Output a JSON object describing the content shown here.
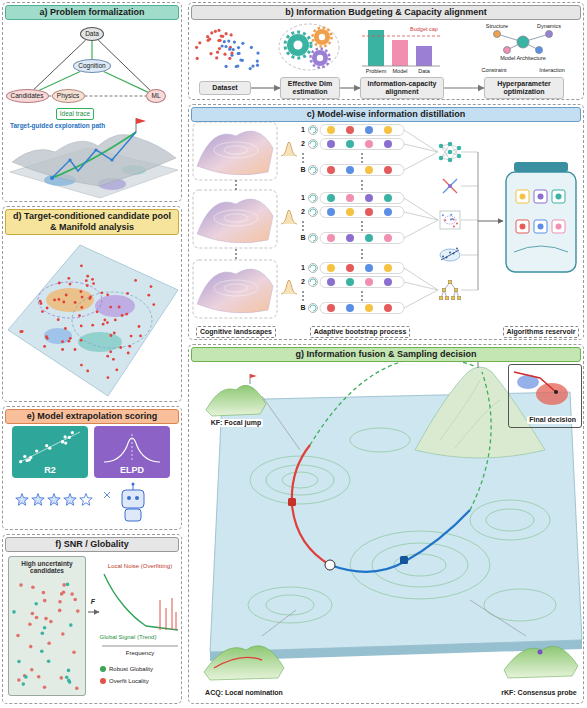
{
  "diagram": {
    "nodes": [
      {
        "text": [
          "a) Problem formalization"
        ]
      },
      {
        "text": [
          "Data"
        ],
        "in": 0
      },
      {
        "text": [
          "Cognition"
        ],
        "in": 0
      },
      {
        "text": [
          "Candidates"
        ],
        "in": 0
      },
      {
        "text": [
          "Physics"
        ],
        "in": 0
      },
      {
        "text": [
          "ML"
        ],
        "in": 0
      },
      {
        "text": [
          "b) Information Budgeting & Capacity alignment"
        ]
      },
      {
        "text": [
          "Dataset"
        ],
        "in": 6
      },
      {
        "text": [
          "Effective Dim estimation"
        ],
        "in": 6
      },
      {
        "text": [
          "Information-capacity alignment"
        ],
        "in": 6
      },
      {
        "text": [
          "Hyperparameter optimization"
        ],
        "in": 6
      },
      {
        "text": [
          "c) Model-wise information distillation"
        ]
      },
      {
        "text": [
          "d) Target-conditioned candidate pool & Manifold analysis"
        ]
      },
      {
        "text": [
          "e) Model extrapolation scoring"
        ]
      },
      {
        "text": [
          "R2"
        ],
        "in": 13
      },
      {
        "text": [
          "ELPD"
        ],
        "in": 13
      },
      {
        "text": [
          "f) SNR / Globality"
        ]
      },
      {
        "text": [
          "High uncertainty candidates"
        ],
        "in": 16
      },
      {
        "text": [
          "g) Information fusion & Sampling decision"
        ]
      },
      {
        "text": [
          "KF: Focal jump"
        ],
        "in": 18
      },
      {
        "text": [
          "ACQ: Local nomination"
        ],
        "in": 18
      },
      {
        "text": [
          "rKF: Consensus probe"
        ],
        "in": 18
      },
      {
        "text": [
          "Final decision"
        ],
        "in": 18
      }
    ],
    "edges": [
      {
        "from": 1,
        "to": 3,
        "arrow": "none"
      },
      {
        "from": 1,
        "to": 5,
        "arrow": "none"
      },
      {
        "from": 3,
        "to": 4,
        "arrow": "none"
      },
      {
        "from": 4,
        "to": 5,
        "arrow": "none"
      },
      {
        "from": 2,
        "to": 1,
        "arrow": "none"
      },
      {
        "from": 2,
        "to": 3,
        "arrow": "none"
      },
      {
        "from": 2,
        "to": 5,
        "arrow": "none"
      },
      {
        "from": 7,
        "to": 8,
        "arrow": "to"
      },
      {
        "from": 8,
        "to": 9,
        "arrow": "to"
      },
      {
        "from": 9,
        "to": 10,
        "arrow": "to"
      }
    ],
    "labels": [
      "Ideal trace",
      "Target-guided exploration path",
      "Problem",
      "Model",
      "Data",
      "Budget cap",
      "Structure",
      "Dynamics",
      "Model Architecture",
      "Constraint",
      "Interaction",
      "1",
      "2",
      "B",
      "1",
      "2",
      "B",
      "1",
      "2",
      "B",
      "Cognitive landscapes",
      "Adaptive bootstrap process",
      "Algorithms reservoir",
      "F",
      "Local Noise (Overfitting)",
      "Global Signal (Trend)",
      "Frequency"
    ],
    "legend": [
      {
        "text": "Robust Globality",
        "color": "#3aa655"
      },
      {
        "text": "Overfit Locality",
        "color": "#e0524a"
      }
    ]
  }
}
